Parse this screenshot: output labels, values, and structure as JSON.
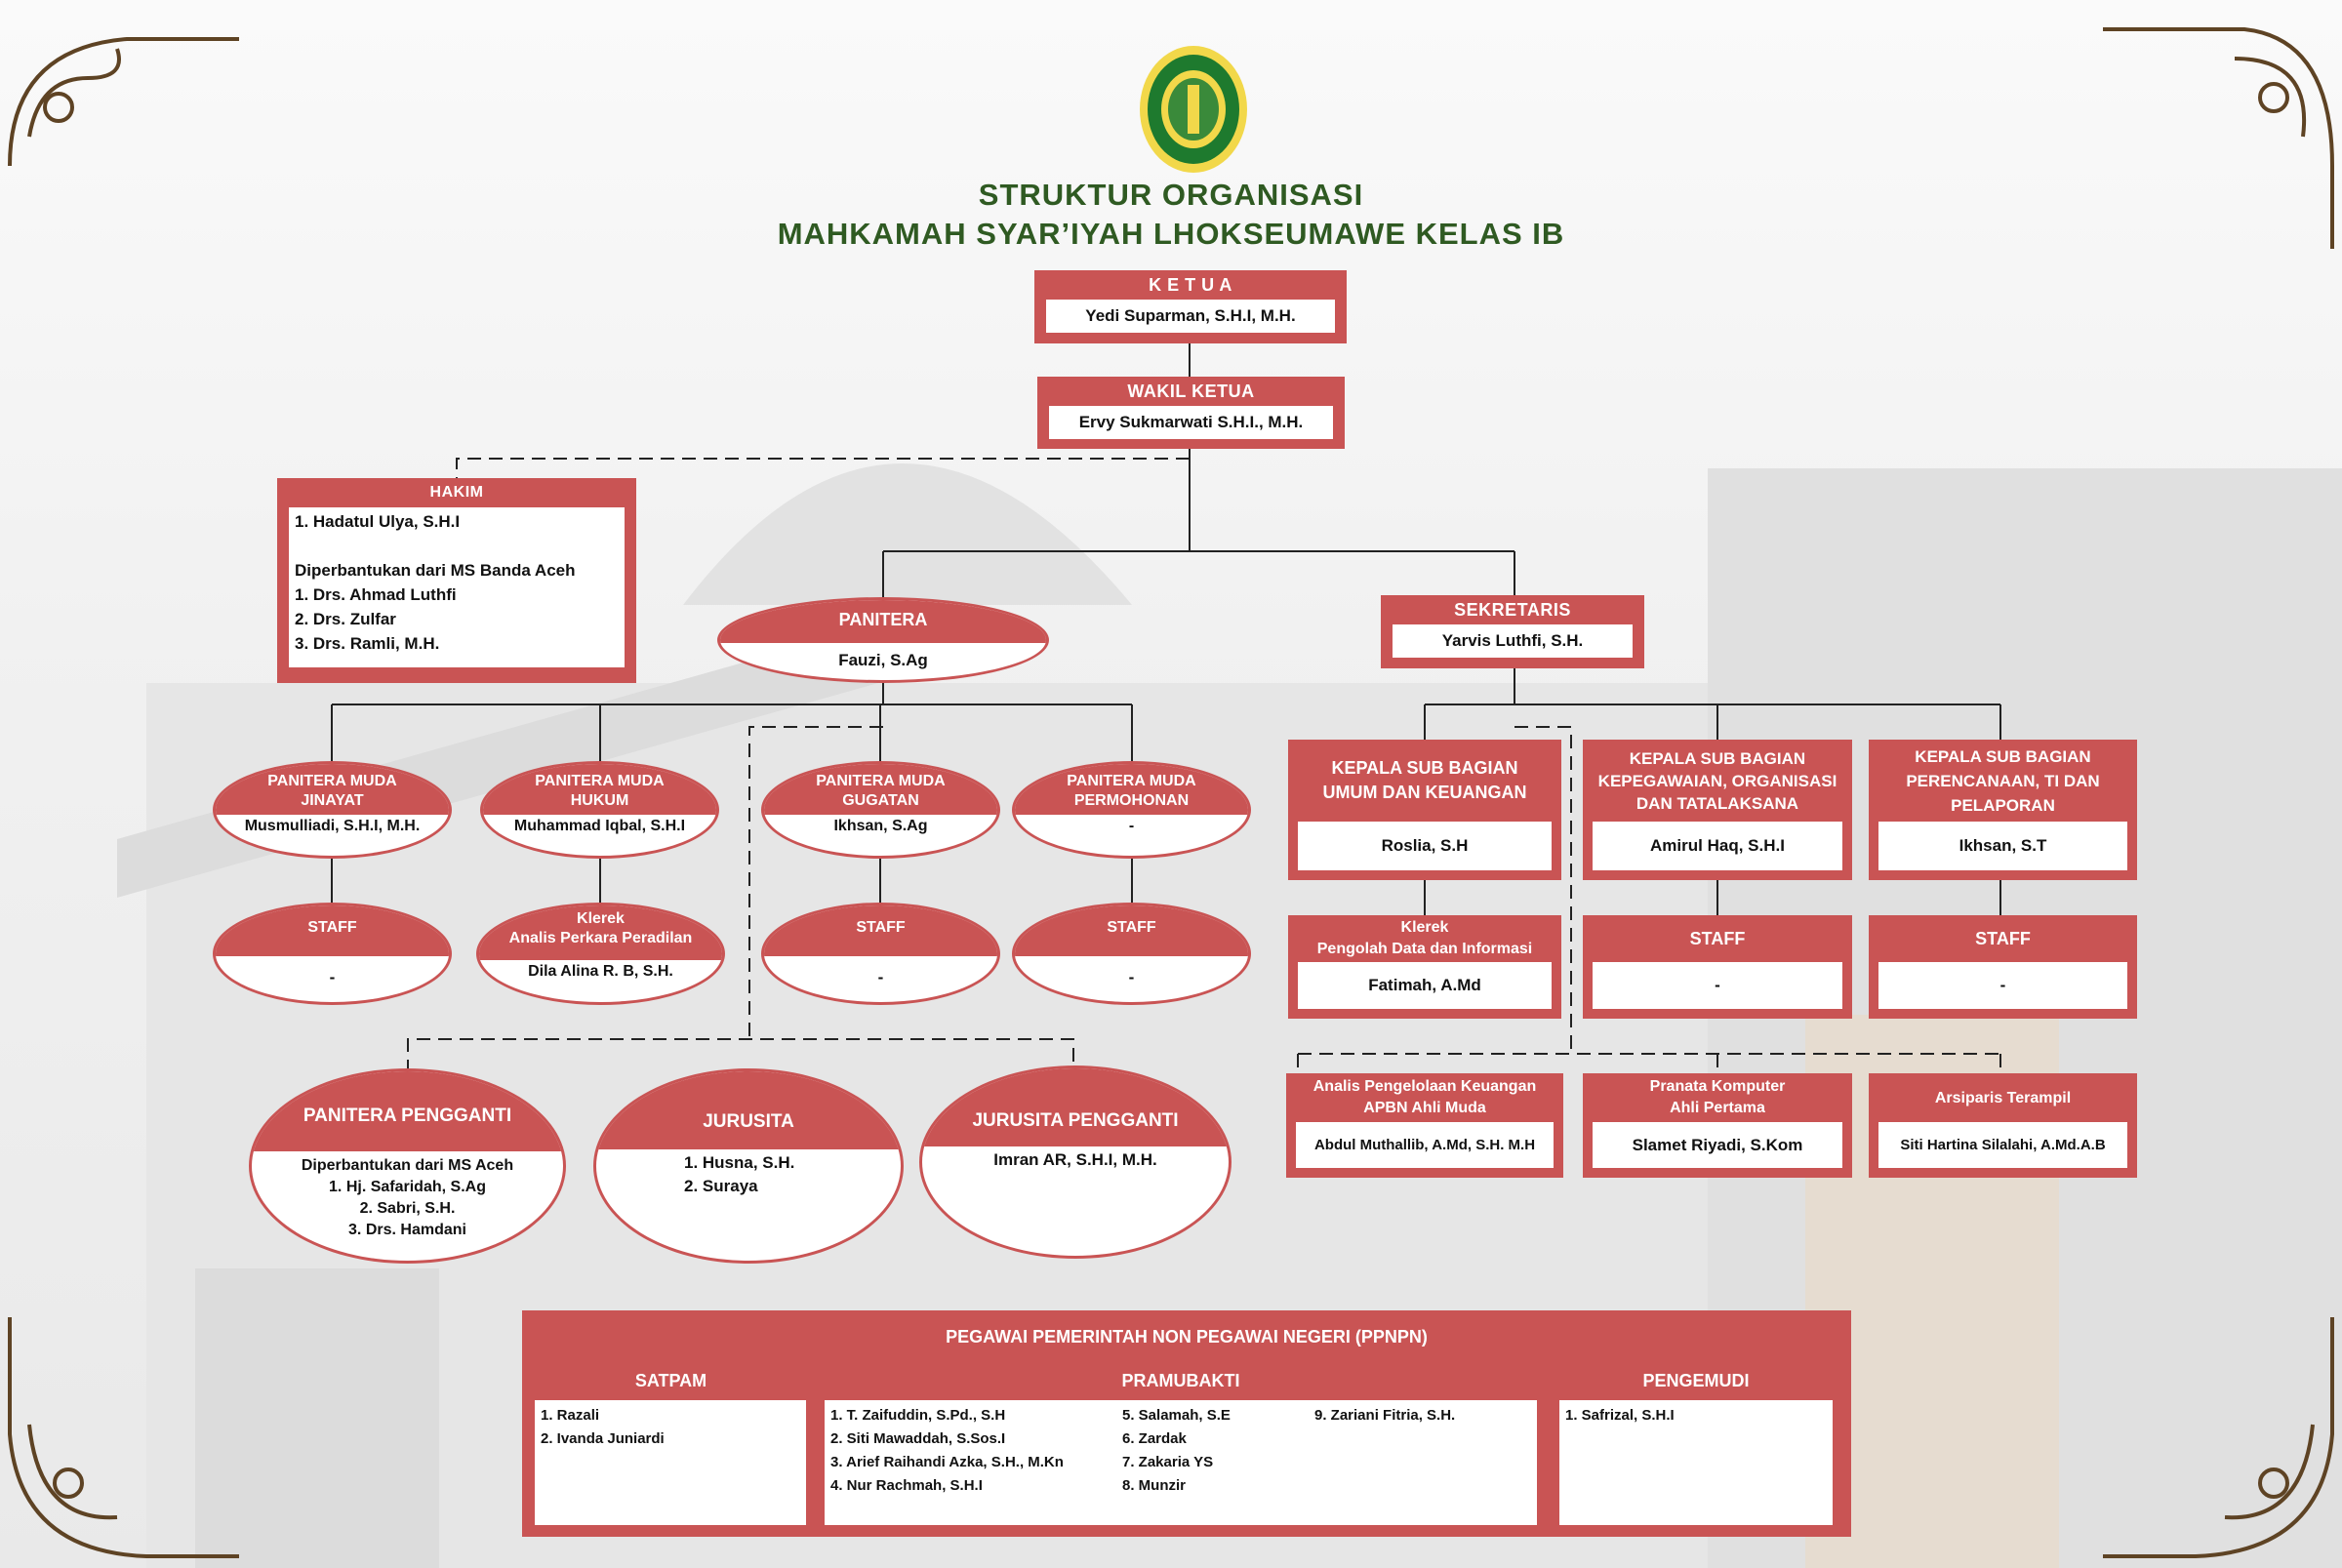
{
  "header": {
    "title_line1": "STRUKTUR ORGANISASI",
    "title_line2": "MAHKAMAH SYAR’IYAH LHOKSEUMAWE KELAS IB"
  },
  "ketua": {
    "title": "K E T U A",
    "name": "Yedi Suparman, S.H.I, M.H."
  },
  "wakil": {
    "title": "WAKIL KETUA",
    "name": "Ervy Sukmarwati S.H.I., M.H."
  },
  "hakim": {
    "title": "HAKIM",
    "lines": [
      "1. Hadatul Ulya, S.H.I",
      "",
      "Diperbantukan dari MS Banda Aceh",
      "1. Drs. Ahmad Luthfi",
      "2. Drs. Zulfar",
      "3. Drs. Ramli, M.H."
    ]
  },
  "panitera": {
    "title": "PANITERA",
    "name": "Fauzi, S.Ag"
  },
  "sekretaris": {
    "title": "SEKRETARIS",
    "name": "Yarvis Luthfi, S.H."
  },
  "pm": [
    {
      "title": "PANITERA MUDA\nJINAYAT",
      "name": "Musmulliadi, S.H.I, M.H."
    },
    {
      "title": "PANITERA MUDA\nHUKUM",
      "name": "Muhammad Iqbal, S.H.I"
    },
    {
      "title": "PANITERA MUDA\nGUGATAN",
      "name": "Ikhsan, S.Ag"
    },
    {
      "title": "PANITERA MUDA\nPERMOHONAN",
      "name": "-"
    }
  ],
  "pm_staff": [
    {
      "title": "STAFF",
      "name": "-"
    },
    {
      "title": "Klerek\nAnalis Perkara Peradilan",
      "name": "Dila Alina R. B, S.H."
    },
    {
      "title": "STAFF",
      "name": "-"
    },
    {
      "title": "STAFF",
      "name": "-"
    }
  ],
  "lower": [
    {
      "title": "PANITERA PENGGANTI",
      "lines": [
        "Diperbantukan dari MS Aceh",
        "1. Hj. Safaridah, S.Ag",
        "2. Sabri, S.H.",
        "3. Drs. Hamdani"
      ]
    },
    {
      "title": "JURUSITA",
      "lines": [
        "1. Husna, S.H.",
        "2. Suraya"
      ]
    },
    {
      "title": "JURUSITA PENGGANTI",
      "lines": [
        "Imran AR, S.H.I, M.H."
      ]
    }
  ],
  "kasub": [
    {
      "title": "KEPALA SUB BAGIAN\nUMUM DAN KEUANGAN",
      "name": "Roslia, S.H"
    },
    {
      "title": "KEPALA SUB BAGIAN\nKEPEGAWAIAN, ORGANISASI\nDAN TATALAKSANA",
      "name": "Amirul Haq, S.H.I"
    },
    {
      "title": "KEPALA SUB BAGIAN\nPERENCANAAN, TI DAN\nPELAPORAN",
      "name": "Ikhsan, S.T"
    }
  ],
  "kasub_staff": [
    {
      "title": "Klerek\nPengolah Data dan Informasi",
      "name": "Fatimah, A.Md"
    },
    {
      "title": "STAFF",
      "name": "-"
    },
    {
      "title": "STAFF",
      "name": "-"
    }
  ],
  "fungsional": [
    {
      "title": "Analis Pengelolaan Keuangan\nAPBN Ahli Muda",
      "name": "Abdul Muthallib, A.Md, S.H. M.H"
    },
    {
      "title": "Pranata Komputer\nAhli Pertama",
      "name": "Slamet Riyadi, S.Kom"
    },
    {
      "title": "Arsiparis Terampil",
      "name": "Siti Hartina Silalahi, A.Md.A.B"
    }
  ],
  "ppnpn": {
    "title": "PEGAWAI PEMERINTAH NON PEGAWAI NEGERI (PPNPN)",
    "satpam": {
      "label": "SATPAM",
      "items": [
        "1. Razali",
        "2. Ivanda Juniardi"
      ]
    },
    "pramubakti": {
      "label": "PRAMUBAKTI",
      "col1": [
        "1. T. Zaifuddin, S.Pd., S.H",
        "2. Siti Mawaddah, S.Sos.I",
        "3. Arief Raihandi Azka, S.H., M.Kn",
        "4. Nur Rachmah, S.H.I"
      ],
      "col2": [
        "5. Salamah, S.E",
        "6. Zardak",
        "7. Zakaria YS",
        "8. Munzir"
      ],
      "col3": [
        "9. Zariani Fitria, S.H."
      ]
    },
    "pengemudi": {
      "label": "PENGEMUDI",
      "items": [
        "1. Safrizal, S.H.I"
      ]
    }
  },
  "colors": {
    "accent": "#c95454",
    "title": "#2f5a22",
    "ornament": "#5e4324"
  },
  "icons": {
    "emblem": "court-emblem-icon",
    "corner": "ornament-icon"
  }
}
